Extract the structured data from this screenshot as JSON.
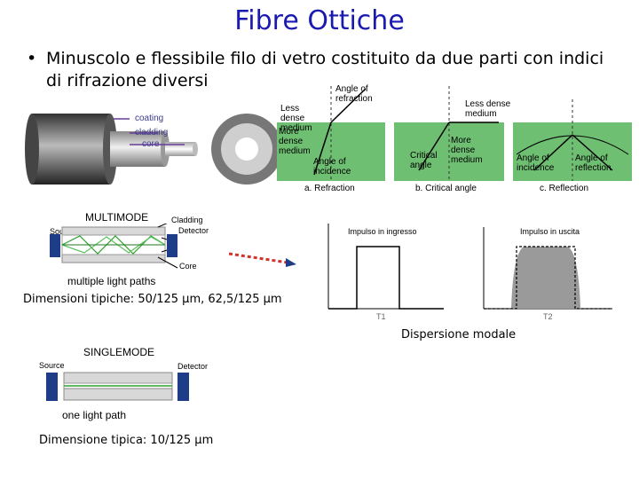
{
  "title": "Fibre Ottiche",
  "bullet": {
    "text": "Minuscolo e flessibile filo di vetro costituito da due parti con indici di rifrazione diversi"
  },
  "cable_labels": {
    "coating": "coating",
    "cladding": "cladding",
    "core": "core"
  },
  "refraction_panels": {
    "a": {
      "less_dense": "Less dense medium",
      "more_dense": "More dense medium",
      "angle_refraction": "Angle of refraction",
      "angle_incidence": "Angle of incidence",
      "caption": "a. Refraction"
    },
    "b": {
      "less_dense": "Less dense medium",
      "more_dense": "More dense medium",
      "critical": "Critical angle",
      "caption": "b. Critical angle"
    },
    "c": {
      "angle_incidence": "Angle of incidence",
      "angle_reflection": "Angle of reflection",
      "caption": "c. Reflection"
    }
  },
  "multimode": {
    "heading": "MULTIMODE",
    "source": "Source",
    "cladding": "Cladding",
    "detector": "Detector",
    "core": "Core",
    "paths": "multiple light paths",
    "dimensions": "Dimensioni tipiche: 50/125 µm, 62,5/125 µm"
  },
  "pulses": {
    "input_label": "Impulso in ingresso",
    "output_label": "Impulso in uscita",
    "t1": "T1",
    "t2": "T2",
    "caption": "Dispersione modale"
  },
  "singlemode": {
    "heading": "SINGLEMODE",
    "source": "Source",
    "detector": "Detector",
    "paths": "one light path",
    "dimensions": "Dimensione tipica: 10/125 µm"
  },
  "colors": {
    "title": "#1a1ab0",
    "medium_green": "#6fbf73",
    "source_blue": "#1f3c88"
  }
}
